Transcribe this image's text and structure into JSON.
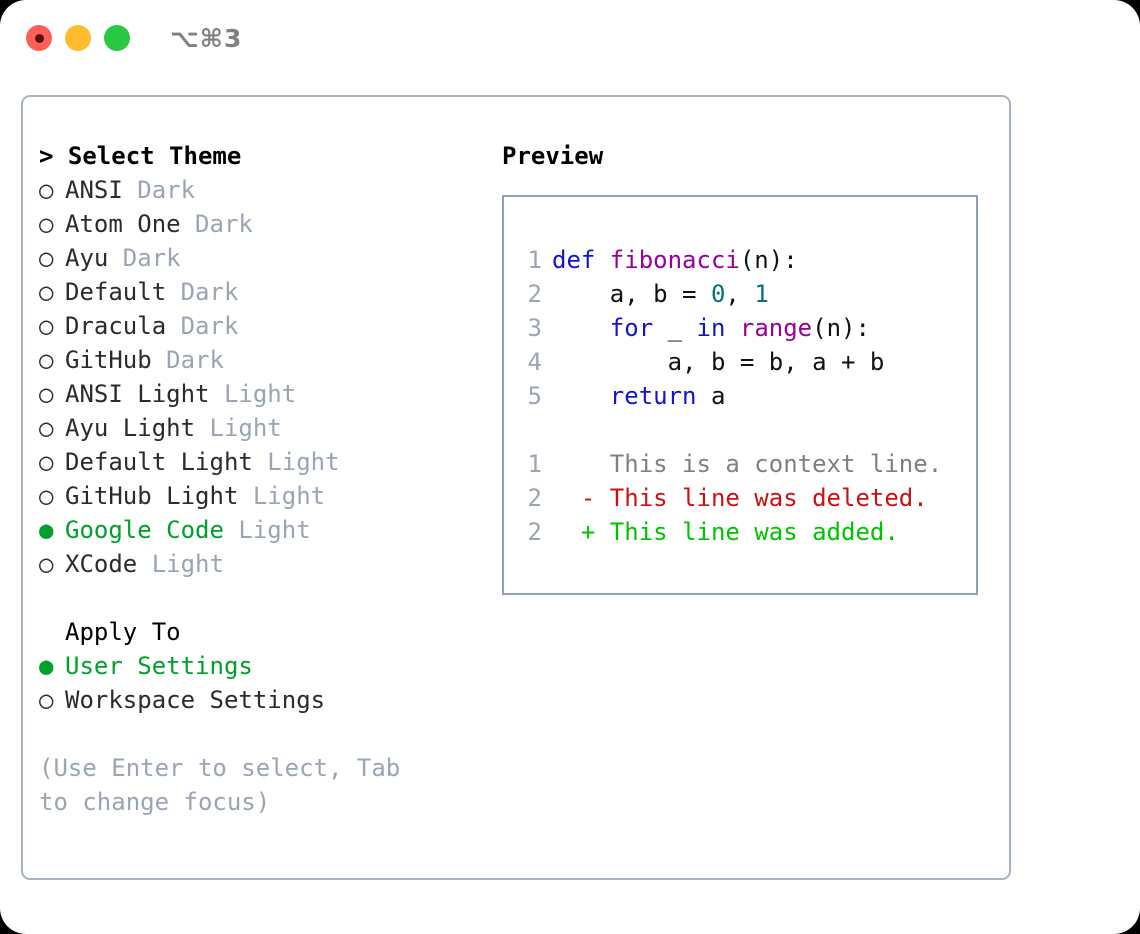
{
  "titlebar": {
    "traffic_lights": [
      "close-red",
      "minimize-yellow",
      "maximize-green"
    ],
    "shortcut": "⌥⌘3"
  },
  "left_panel": {
    "select_theme_header": "> Select Theme",
    "themes": [
      {
        "marker": "○",
        "name": "ANSI",
        "tag": "Dark",
        "selected": false
      },
      {
        "marker": "○",
        "name": "Atom One",
        "tag": "Dark",
        "selected": false
      },
      {
        "marker": "○",
        "name": "Ayu",
        "tag": "Dark",
        "selected": false
      },
      {
        "marker": "○",
        "name": "Default",
        "tag": "Dark",
        "selected": false
      },
      {
        "marker": "○",
        "name": "Dracula",
        "tag": "Dark",
        "selected": false
      },
      {
        "marker": "○",
        "name": "GitHub",
        "tag": "Dark",
        "selected": false
      },
      {
        "marker": "○",
        "name": "ANSI Light",
        "tag": "Light",
        "selected": false
      },
      {
        "marker": "○",
        "name": "Ayu Light",
        "tag": "Light",
        "selected": false
      },
      {
        "marker": "○",
        "name": "Default Light",
        "tag": "Light",
        "selected": false
      },
      {
        "marker": "○",
        "name": "GitHub Light",
        "tag": "Light",
        "selected": false
      },
      {
        "marker": "●",
        "name": "Google Code",
        "tag": "Light",
        "selected": true
      },
      {
        "marker": "○",
        "name": "XCode",
        "tag": "Light",
        "selected": false
      }
    ],
    "apply_to_header": "Apply To",
    "apply_to_options": [
      {
        "marker": "●",
        "name": "User Settings",
        "selected": true
      },
      {
        "marker": "○",
        "name": "Workspace Settings",
        "selected": false
      }
    ],
    "hint": "(Use Enter to select, Tab to change focus)"
  },
  "preview": {
    "title": "Preview",
    "code_lines": [
      {
        "lineno": "1",
        "tokens": [
          {
            "text": "def ",
            "kind": "kw"
          },
          {
            "text": "fibonacci",
            "kind": "fn"
          },
          {
            "text": "(n):",
            "kind": "pl"
          }
        ]
      },
      {
        "lineno": "2",
        "tokens": [
          {
            "text": "    a, b = ",
            "kind": "pl"
          },
          {
            "text": "0",
            "kind": "num"
          },
          {
            "text": ", ",
            "kind": "pl"
          },
          {
            "text": "1",
            "kind": "num"
          }
        ]
      },
      {
        "lineno": "3",
        "tokens": [
          {
            "text": "    ",
            "kind": "pl"
          },
          {
            "text": "for",
            "kind": "kw"
          },
          {
            "text": " _ ",
            "kind": "pl"
          },
          {
            "text": "in",
            "kind": "kw"
          },
          {
            "text": " ",
            "kind": "pl"
          },
          {
            "text": "range",
            "kind": "fn"
          },
          {
            "text": "(n):",
            "kind": "pl"
          }
        ]
      },
      {
        "lineno": "4",
        "tokens": [
          {
            "text": "        a, b = b, a + b",
            "kind": "pl"
          }
        ]
      },
      {
        "lineno": "5",
        "tokens": [
          {
            "text": "    ",
            "kind": "pl"
          },
          {
            "text": "return",
            "kind": "kw"
          },
          {
            "text": " a",
            "kind": "pl"
          }
        ]
      }
    ],
    "diff_lines": [
      {
        "lineno": "1",
        "sign": " ",
        "text": " This is a context line.",
        "kind": "ctx"
      },
      {
        "lineno": "2",
        "sign": "-",
        "text": " This line was deleted.",
        "kind": "del"
      },
      {
        "lineno": "2",
        "sign": "+",
        "text": " This line was added.",
        "kind": "add"
      }
    ]
  },
  "colors": {
    "accent_green": "#00a02a",
    "muted": "#9aa5b4",
    "border": "#a9b4c2",
    "preview_border": "#92a0b3",
    "keyword": "#1414cf",
    "function": "#990099",
    "number": "#007575",
    "diff_deleted": "#cc1111",
    "diff_added": "#00c400",
    "diff_context": "#808080",
    "light_red": "#ff5f57",
    "light_yellow": "#febc2e",
    "light_green": "#28c840"
  }
}
